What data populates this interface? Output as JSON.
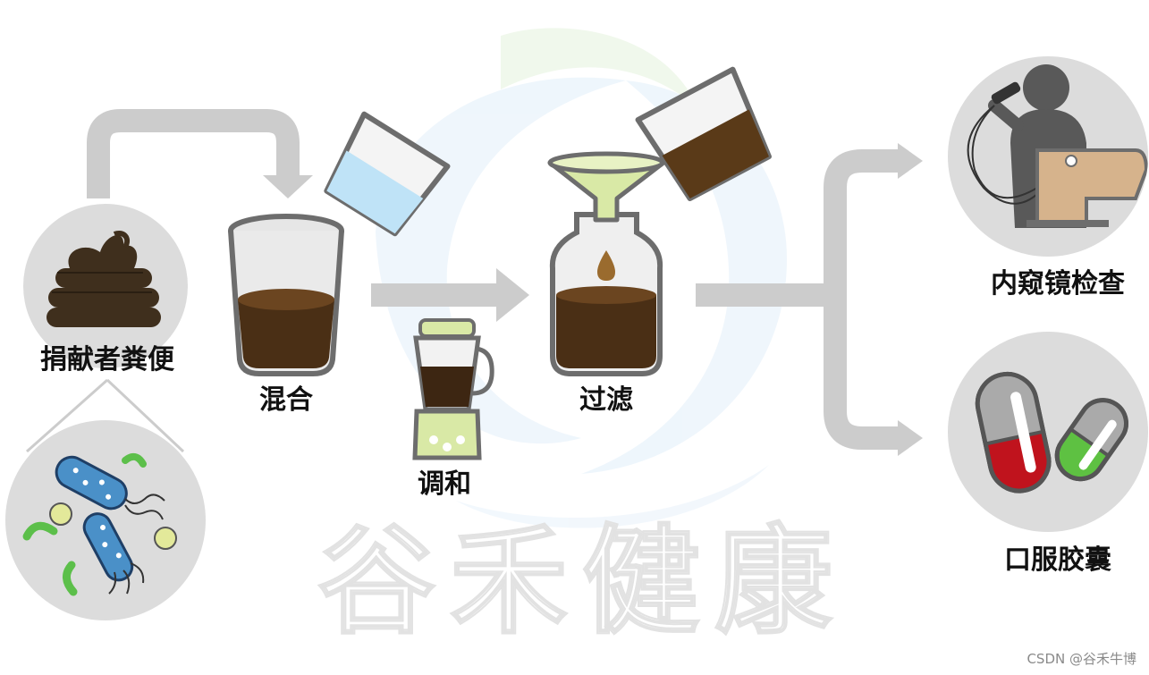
{
  "steps": {
    "donor": "捐献者粪便",
    "mix": "混合",
    "blend": "调和",
    "filter": "过滤",
    "endoscopy": "内窥镜检查",
    "capsule": "口服胶囊"
  },
  "watermark": {
    "text": "谷禾健康"
  },
  "credit": "CSDN @谷禾牛博",
  "colors": {
    "arrow": "#cccccc",
    "circle": "#dcdcdc",
    "stool": "#3f2f1d",
    "liquid_dark": "#4a2f15",
    "water": "#bfe3f7",
    "funnel": "#d9e9a6",
    "capsule_red": "#c0131d",
    "capsule_green": "#5ec142",
    "person": "#595959",
    "patient_skin": "#d6b38c"
  }
}
